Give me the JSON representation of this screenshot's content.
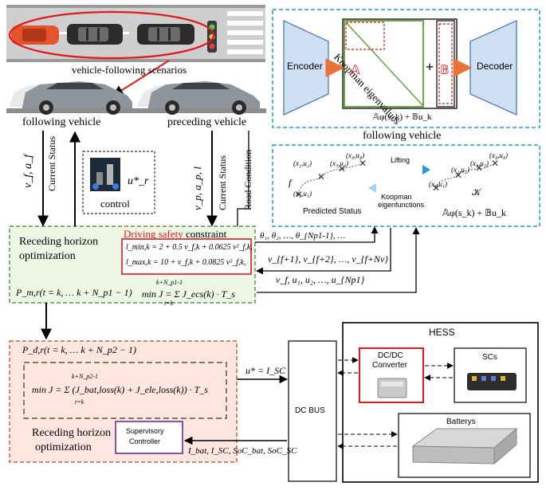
{
  "scenario": {
    "vehicle_following_label": "vehicle-following scenarios",
    "following_vehicle_label": "following vehicle",
    "preceding_vehicle_label": "preceding vehicle"
  },
  "koopman": {
    "encoder": "Encoder",
    "decoder": "Decoder",
    "eigenvalues": "Koopman eigenvalues",
    "matrix_a": "𝔸",
    "matrix_b": "𝔹",
    "plus": "+",
    "equation": "𝔸φ(s_k) + 𝔹u_k",
    "caption": "following vehicle"
  },
  "prediction": {
    "lifting": "Lifting",
    "koopman_eigenfunctions_line1": "Koopman",
    "koopman_eigenfunctions_line2": "eigenfunctions",
    "predicted_status": "Predicted Status",
    "f_label": "f",
    "k_label": "𝒦",
    "equation": "𝔸φ(s_k) + 𝔹u_k",
    "left_points": [
      "(x₁,u₁)",
      "(x₂,u₂)",
      "(x₃,u₃)",
      "(x₄,u₄)"
    ],
    "right_points": [
      "(x₁,u₁)",
      "(x₂,u₂)",
      "(x₃,u₃)",
      "(x₄,u₄)"
    ]
  },
  "signals": {
    "left_vars": "v_f, a_f",
    "current_status_left": "Current Status",
    "control_label": "control",
    "u_r_star": "u*_r",
    "right_vars": "v_p, a_p, l",
    "current_status_right": "Current Status",
    "road_condition": "Road Condition",
    "theta_line": "θ₁, θ₂, …, θ_{Np1-1}, …",
    "v_line": "v_{f+1}, v_{f+2}, …, v_{f+Nv}",
    "vu_line": "v_f, u₁, u₂, …, u_{Np1}"
  },
  "upper_mpc": {
    "title_line1": "Receding horizon",
    "title_line2": "optimization",
    "safety_red": "Driving safety",
    "safety_black": " constraint",
    "l_min": "l_min,k = 2 + 0.5 v_f,k + 0.0625 v²_f,k,",
    "l_max": "l_max,k = 10 + v_f,k + 0.0825 v²_f,k,",
    "p_output": "P_m,r(t = k, … k + N_p1 − 1)",
    "cost": "min J = Σ J_ecs(k) · T_s",
    "sum_upper": "k+N_p1-1",
    "sum_lower": "t=k"
  },
  "lower_mpc": {
    "p_input": "P_d,r(t = k, … k + N_p2 − 1)",
    "cost": "min J = Σ (J_bat,loss(k) + J_ele,loss(k)) · T_s",
    "sum_upper": "k+N_p2-1",
    "sum_lower": "t=k",
    "title_line1": "Receding horizon",
    "title_line2": "optimization",
    "supervisory_line1": "Supervisory",
    "supervisory_line2": "Controller"
  },
  "power": {
    "u_star": "u* = I_SC",
    "dc_bus": "DC BUS",
    "feedback": "I_bat, I_SC, SoC_bat, SoC_SC"
  },
  "hess": {
    "title": "HESS",
    "dcdc_line1": "DC/DC",
    "dcdc_line2": "Converter",
    "scs": "SCs",
    "batterys": "Batterys"
  },
  "colors": {
    "blue_dash": "#1e9bd7",
    "green_dash": "#4f9a3c",
    "green_fill": "#eef6e5",
    "orange_dash": "#c0653a",
    "pink_fill": "#fde6df",
    "red": "#e01b1b",
    "purple": "#6d2c9e",
    "trapezoid": "#cfe0f3",
    "koopman_green": "#5a9e32"
  }
}
